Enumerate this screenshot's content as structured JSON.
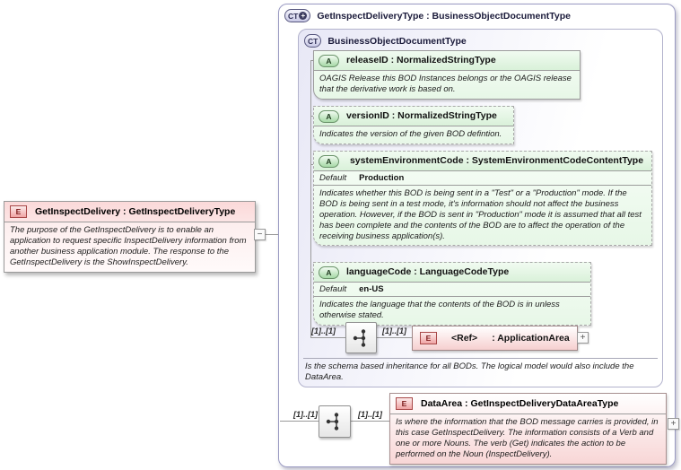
{
  "icons": {
    "element": "E",
    "attribute": "A",
    "complex_type": "CT",
    "plus_badge": "+",
    "expand": "+",
    "collapse": "−"
  },
  "diagram": {
    "left_element": {
      "title": "GetInspectDelivery : GetInspectDeliveryType",
      "doc": "The purpose of the GetInspectDelivery is to enable an application to request specific InspectDelivery information from another business application module.  The response to the GetInspectDelivery is the ShowInspectDelivery."
    },
    "outer_container": {
      "title": "GetInspectDeliveryType : BusinessObjectDocumentType"
    },
    "inner_container": {
      "title": "BusinessObjectDocumentType",
      "footer_doc": "Is the schema based inheritance for all BODs. The logical model would also include the DataArea.",
      "attributes": [
        {
          "title": "releaseID : NormalizedStringType",
          "doc": "OAGIS Release this BOD Instances belongs or the OAGIS release that the derivative work is based on."
        },
        {
          "title": "versionID : NormalizedStringType",
          "doc": "Indicates the version of the given BOD defintion."
        },
        {
          "title": "systemEnvironmentCode : SystemEnvironmentCodeContentType",
          "default_label": "Default",
          "default_value": "Production",
          "doc": "Indicates whether this BOD is being sent in a \"Test\" or a \"Production\" mode. If the BOD is being sent in a test mode, it's information should not affect the business operation. However, if the BOD is sent in \"Production\" mode it is assumed that all test has been complete and the contents of the BOD are to affect the operation of the receiving business application(s)."
        },
        {
          "title": "languageCode : LanguageCodeType",
          "default_label": "Default",
          "default_value": "en-US",
          "doc": "Indicates the language that the contents of the BOD is in unless otherwise stated."
        }
      ],
      "application_area": {
        "ref_label": "<Ref>",
        "type_label": ": ApplicationArea",
        "cardinality_left": "[1]..[1]",
        "cardinality_right": "[1]..[1]"
      }
    },
    "data_area": {
      "title": "DataArea : GetInspectDeliveryDataAreaType",
      "doc": "Is where the information that the BOD message carries is provided, in this case GetInspectDelivery. The information consists of a Verb and one or more Nouns. The verb (Get) indicates the action to be performed on the Noun (InspectDelivery).",
      "cardinality_left": "[1]..[1]",
      "cardinality_right": "[1]..[1]"
    }
  }
}
